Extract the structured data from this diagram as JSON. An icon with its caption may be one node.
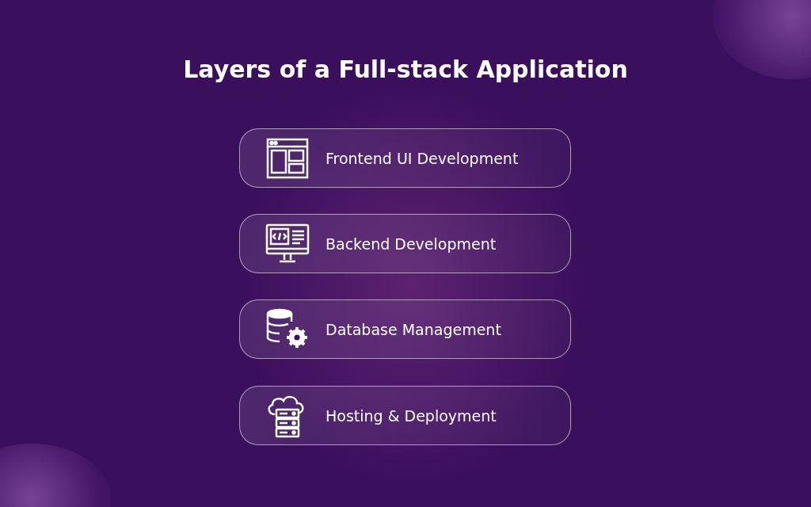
{
  "diagram": {
    "title": "Layers of a Full-stack Application",
    "nodes": [
      {
        "text": [
          "Frontend UI Development"
        ]
      },
      {
        "text": [
          "Backend Development"
        ]
      },
      {
        "text": [
          "Database Management"
        ]
      },
      {
        "text": [
          "Hosting & Deployment"
        ]
      }
    ]
  }
}
